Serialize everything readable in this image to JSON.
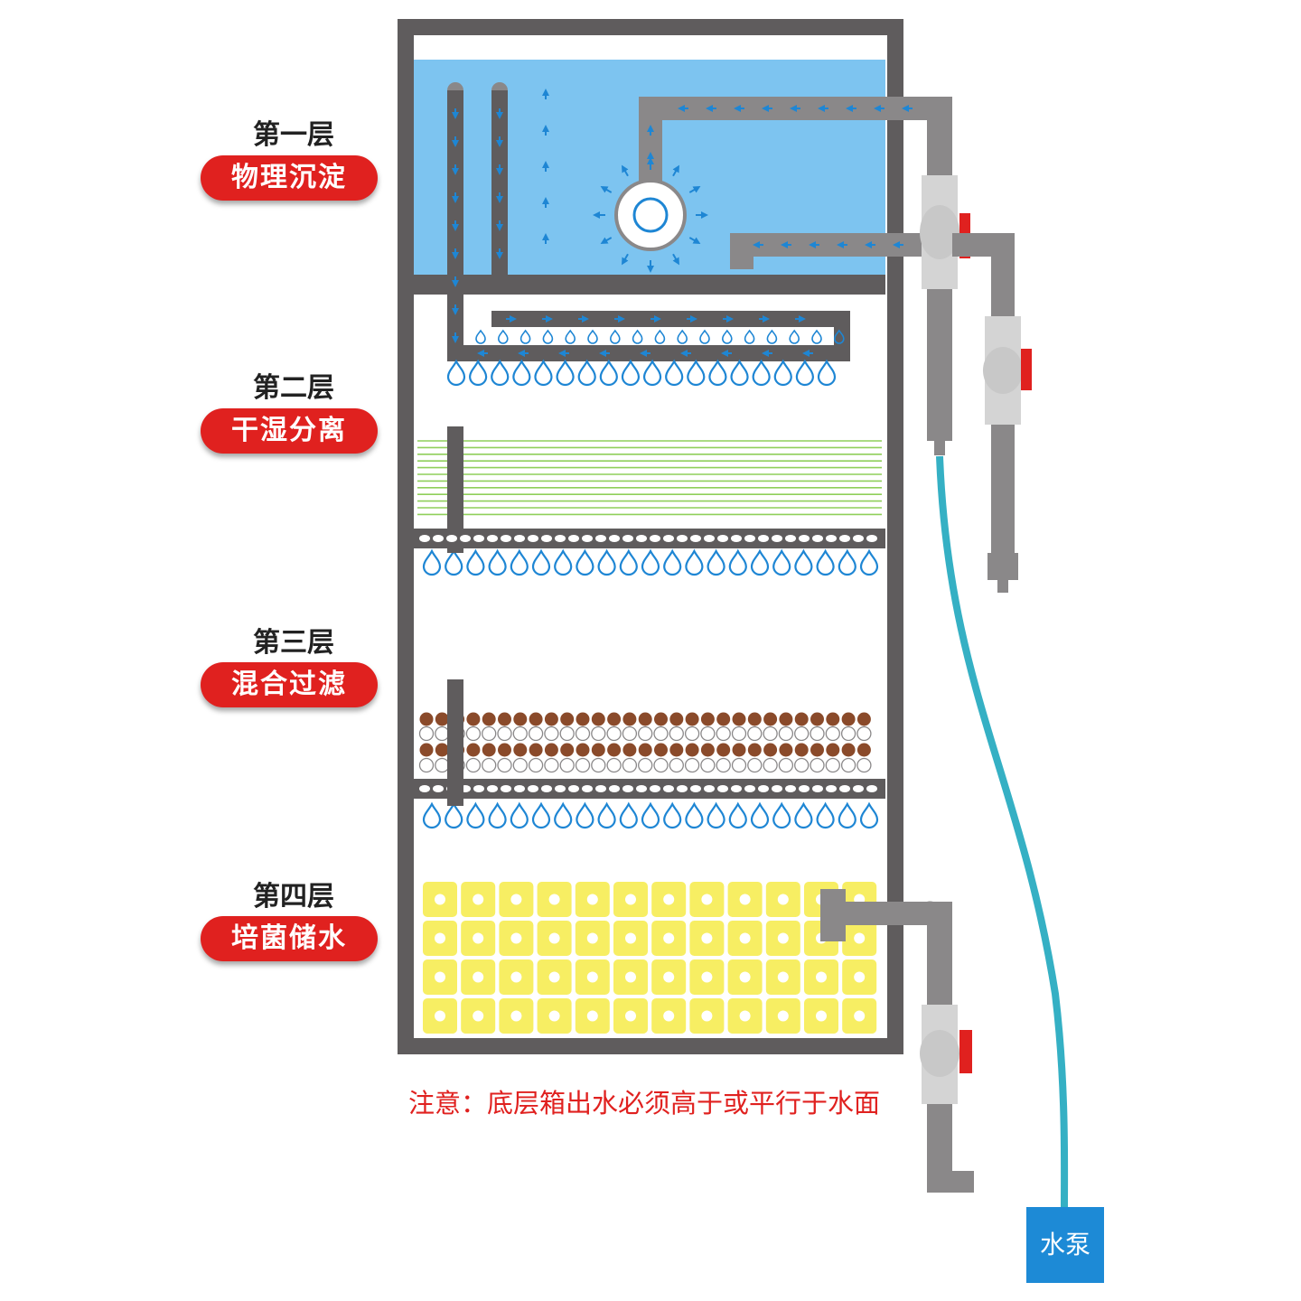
{
  "layers": [
    {
      "number": "第一层",
      "name": "物理沉淀"
    },
    {
      "number": "第二层",
      "name": "干湿分离"
    },
    {
      "number": "第三层",
      "name": "混合过滤"
    },
    {
      "number": "第四层",
      "name": "培菌储水"
    }
  ],
  "note": "注意：底层箱出水必须高于或平行于水面",
  "pump_label": "水泵",
  "colors": {
    "tank_wall": "#5f5c5d",
    "water": "#7dc4f0",
    "pipe": "#8a8889",
    "valve_body": "#d4d4d4",
    "valve_handle": "#e0211f",
    "badge": "#e0211f",
    "hose": "#35b0c4",
    "pump": "#1d8ad6",
    "flow_arrow": "#1e86d4",
    "drop": "#1e86d4",
    "mat": "#8fcf5a",
    "ceramic_ring": "#8a4a2a",
    "bio_ball": "#f7ee63"
  }
}
